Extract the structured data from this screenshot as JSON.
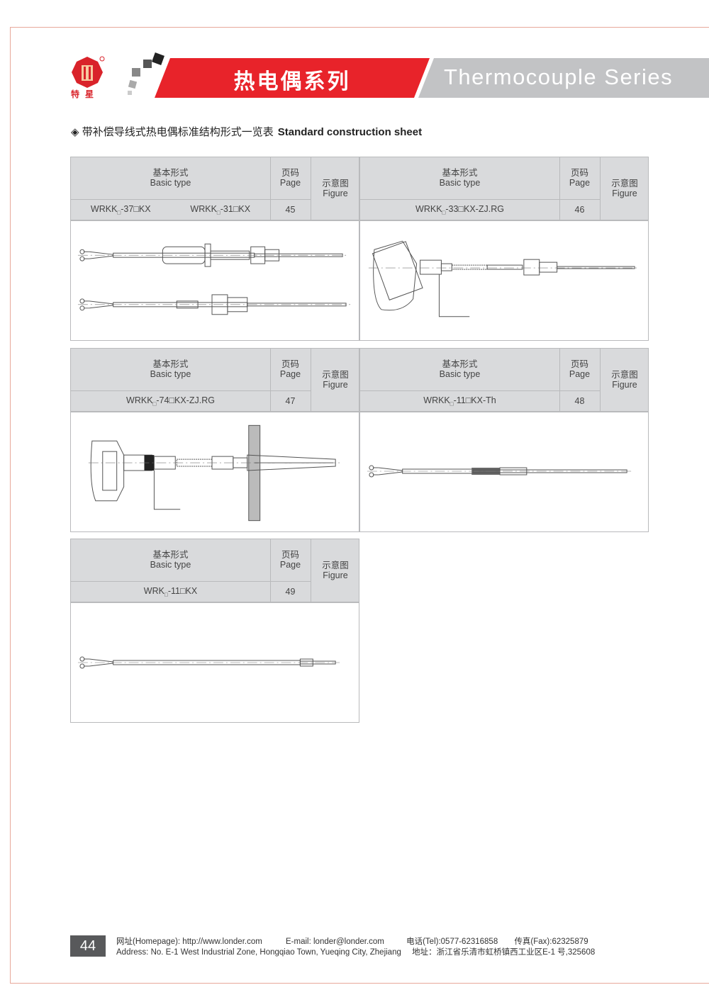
{
  "header": {
    "logo_text": "特星",
    "title_cn": "热电偶系列",
    "title_en": "Thermocouple Series"
  },
  "section": {
    "title_cn": "带补偿导线式热电偶标准结构形式一览表",
    "title_en": "Standard construction sheet"
  },
  "labels": {
    "basic_cn": "基本形式",
    "basic_en": "Basic type",
    "page_cn": "页码",
    "page_en": "Page",
    "figure_cn": "示意图",
    "figure_en": "Figure"
  },
  "blocks": [
    {
      "models": [
        {
          "pre": "WRKK",
          "sub": "□",
          "post": "-37□KX"
        },
        {
          "pre": "WRKK",
          "sub": "□",
          "post": "-31□KX"
        }
      ],
      "page": "45"
    },
    {
      "models": [
        {
          "pre": "WRKK",
          "sub": "□",
          "post": "-33□KX-ZJ.RG"
        }
      ],
      "page": "46"
    },
    {
      "models": [
        {
          "pre": "WRKK",
          "sub": "□",
          "post": "-74□KX-ZJ.RG"
        }
      ],
      "page": "47"
    },
    {
      "models": [
        {
          "pre": "WRKK",
          "sub": "□",
          "post": "-11□KX-Th"
        }
      ],
      "page": "48"
    },
    {
      "models": [
        {
          "pre": "WRK",
          "sub": "□",
          "post": "-11□KX"
        }
      ],
      "page": "49"
    }
  ],
  "footer": {
    "page_number": "44",
    "homepage": "网址(Homepage): http://www.londer.com",
    "email": "E-mail: londer@londer.com",
    "tel": "电话(Tel):0577-62316858",
    "fax": "传真(Fax):62325879",
    "address_en": "Address: No. E-1 West Industrial Zone, Hongqiao Town, Yueqing City, Zhejiang",
    "address_cn": "地址：浙江省乐清市虹桥镇西工业区E-1 号,325608"
  }
}
